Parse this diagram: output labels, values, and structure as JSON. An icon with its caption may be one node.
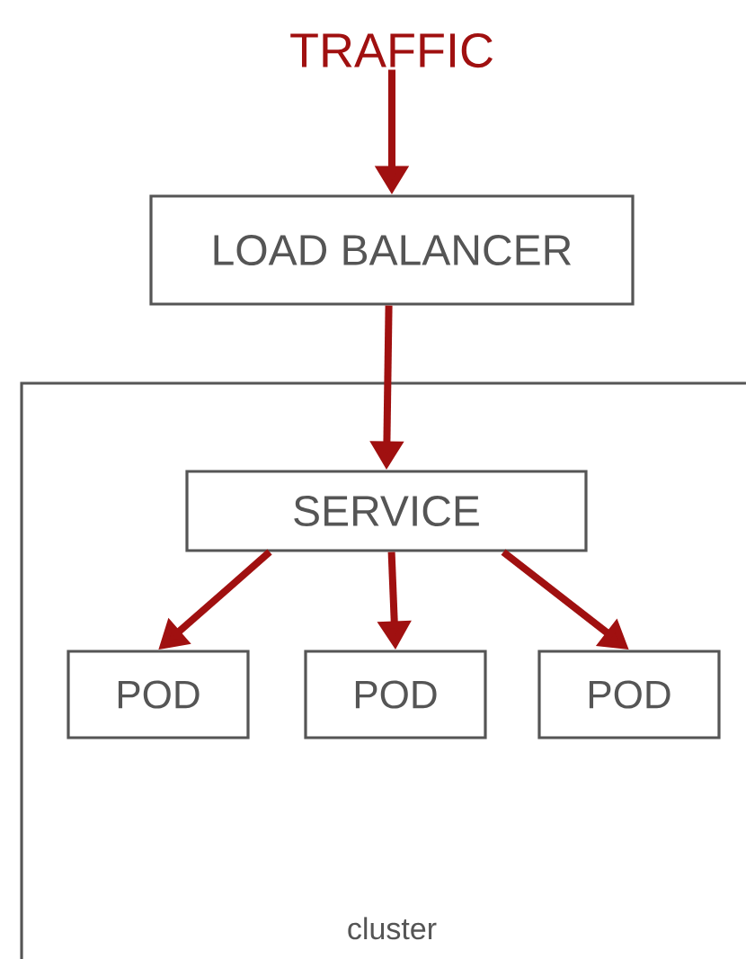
{
  "diagram": {
    "nodes": [
      {
        "text": [
          "TRAFFIC"
        ]
      },
      {
        "text": [
          "LOAD BALANCER"
        ]
      },
      {
        "text": [
          "cluster"
        ]
      },
      {
        "text": [
          "SERVICE"
        ],
        "in": 2
      },
      {
        "text": [
          "POD"
        ],
        "in": 2
      },
      {
        "text": [
          "POD"
        ],
        "in": 2
      },
      {
        "text": [
          "POD"
        ],
        "in": 2
      }
    ],
    "edges": [
      {
        "from": 0,
        "to": 1,
        "arrow": "to"
      },
      {
        "from": 1,
        "to": 3,
        "arrow": "to"
      },
      {
        "from": 3,
        "to": 4,
        "arrow": "to"
      },
      {
        "from": 3,
        "to": 5,
        "arrow": "to"
      },
      {
        "from": 3,
        "to": 6,
        "arrow": "to"
      }
    ]
  }
}
